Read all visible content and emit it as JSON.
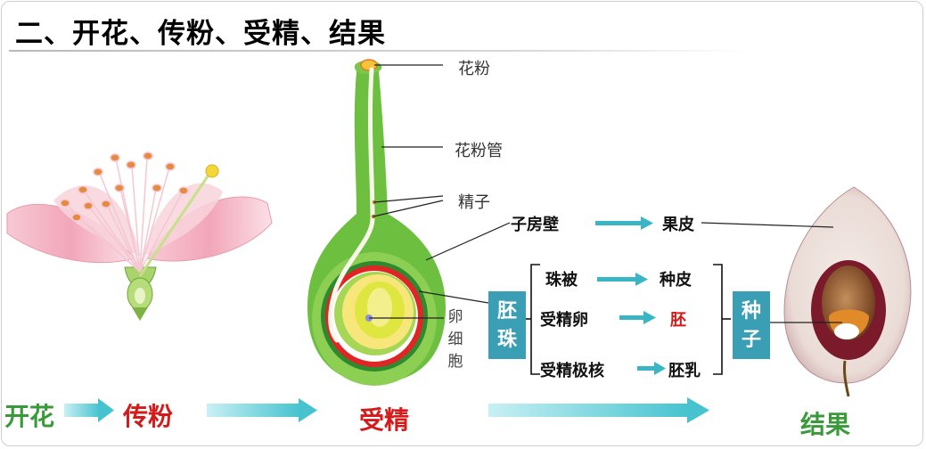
{
  "title": "二、开花、传粉、受精、结果",
  "pistil_labels": {
    "pollen": "花粉",
    "pollen_tube": "花粉管",
    "sperm": "精子",
    "egg_cell": [
      "卵",
      "细",
      "胞"
    ]
  },
  "ovary_wall": {
    "from": "子房壁",
    "to": "果皮"
  },
  "ovule_box": [
    "胚",
    "珠"
  ],
  "seed_box": [
    "种",
    "子"
  ],
  "ovule_parts": [
    {
      "from": "珠被",
      "to": "种皮",
      "highlight": false
    },
    {
      "from": "受精卵",
      "to": "胚",
      "highlight": true
    },
    {
      "from": "受精极核",
      "to": "胚乳",
      "highlight": false
    }
  ],
  "stages": [
    "开花",
    "传粉",
    "受精",
    "结果"
  ],
  "colors": {
    "accent_teal": "#3a9eb5",
    "stage_green": "#3a9a3a",
    "stage_red": "#d31b1b"
  }
}
